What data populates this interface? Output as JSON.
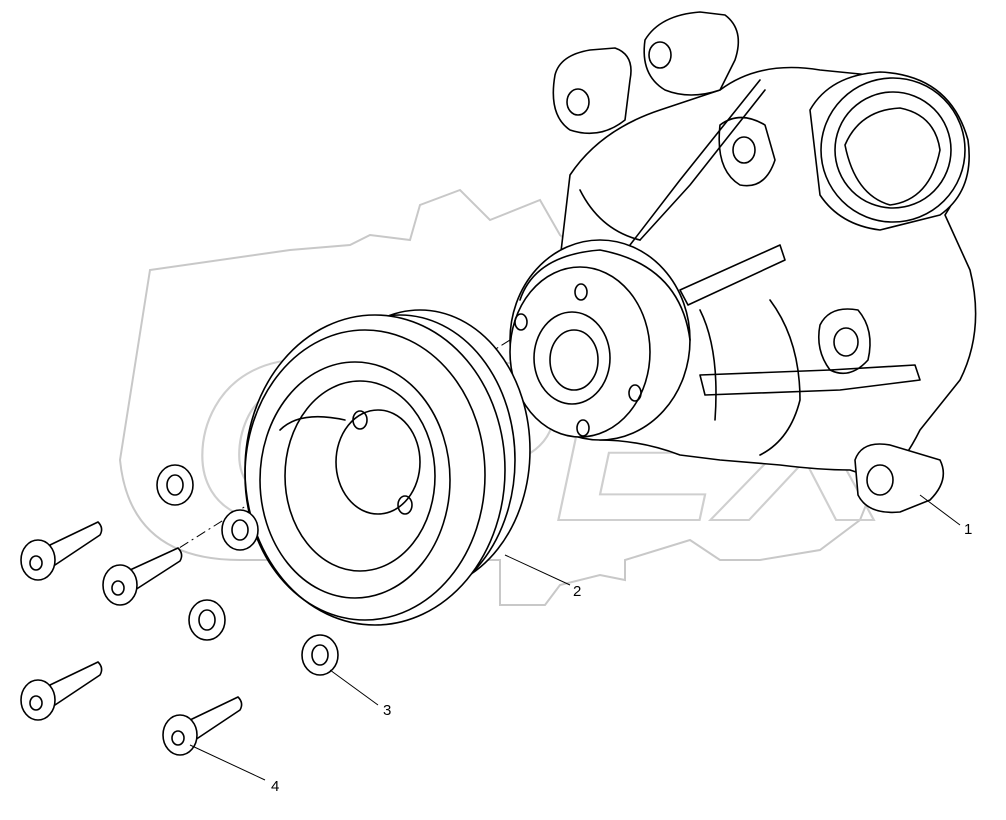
{
  "callouts": [
    {
      "id": "1",
      "label": "1"
    },
    {
      "id": "2",
      "label": "2"
    },
    {
      "id": "3",
      "label": "3"
    },
    {
      "id": "4",
      "label": "4"
    }
  ],
  "watermark": {
    "text": "OPEX"
  },
  "colors": {
    "line": "#000000",
    "watermark": "#c8c8c8",
    "background": "#ffffff"
  }
}
